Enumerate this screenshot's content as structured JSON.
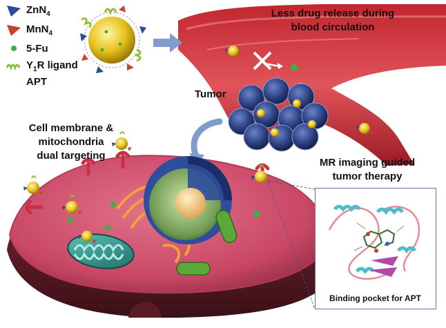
{
  "legend": {
    "items": [
      {
        "base": "ZnN",
        "sub": "4",
        "icon": "blue-triangle-icon",
        "color": "#2c4a9a"
      },
      {
        "base": "MnN",
        "sub": "4",
        "icon": "red-triangle-icon",
        "color": "#c8432c"
      },
      {
        "base": "5-Fu",
        "sub": "",
        "icon": "green-dot-icon",
        "color": "#3db04a"
      },
      {
        "base": "Y",
        "sub": "1",
        "rest": "R ligand",
        "icon": "green-spring-icon",
        "color": "#8fbf3a"
      }
    ],
    "apt_label": "APT"
  },
  "labels": {
    "drug_release": [
      "Less drug release during",
      "blood circulation"
    ],
    "tumor": "Tumor",
    "targeting": [
      "Cell membrane &",
      "mitochondria",
      "dual targeting"
    ],
    "mri": [
      "MR imaging guided",
      "tumor therapy"
    ],
    "binding": "Binding pocket for APT"
  },
  "colors": {
    "vessel": "#b5202a",
    "cell": "#d0506a",
    "nucleus": "#2e4d9c",
    "tumor": "#1f2d5a",
    "arrow": "#7f9ccc"
  }
}
